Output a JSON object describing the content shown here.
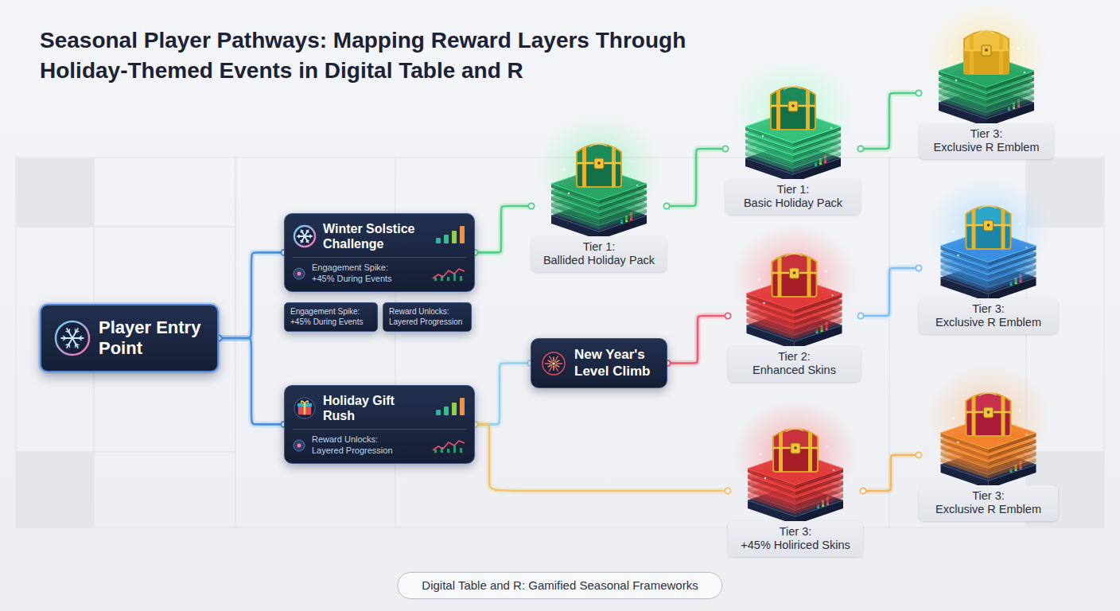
{
  "diagram": {
    "title": "Seasonal Player Pathways: Mapping Reward Layers Through Holiday-Themed Events in Digital Table and R",
    "caption": "Digital Table and R: Gamified Seasonal Frameworks",
    "nodes": [
      {
        "text": [
          "Player Entry Point"
        ]
      },
      {
        "text": [
          "Winter Solstice Challenge",
          "Engagement Spike: +45% During Events"
        ]
      },
      {
        "text": [
          "Engagement Spike: +45% During Events"
        ]
      },
      {
        "text": [
          "Reward Unlocks: Layered Progression"
        ]
      },
      {
        "text": [
          "Holiday Gift Rush",
          "Reward Unlocks: Layered Progression"
        ]
      },
      {
        "text": [
          "New Year's Level Climb"
        ]
      },
      {
        "text": [
          "Tier 1:",
          "Ballided Holiday Pack"
        ]
      },
      {
        "text": [
          "Tier 1:",
          "Basic Holiday Pack"
        ]
      },
      {
        "text": [
          "Tier 3:",
          "Exclusive R Emblem"
        ]
      },
      {
        "text": [
          "Tier 2:",
          "Enhanced Skins"
        ]
      },
      {
        "text": [
          "Tier 3:",
          "Exclusive R Emblem"
        ]
      },
      {
        "text": [
          "Tier 3:",
          "+45% Holiriced Skins"
        ]
      },
      {
        "text": [
          "Tier 3:",
          "Exclusive R Emblem"
        ]
      }
    ],
    "edges": [
      {
        "from": 0,
        "to": 1,
        "arrow": "none"
      },
      {
        "from": 0,
        "to": 4,
        "arrow": "none"
      },
      {
        "from": 1,
        "to": 6,
        "arrow": "none"
      },
      {
        "from": 6,
        "to": 7,
        "arrow": "none"
      },
      {
        "from": 7,
        "to": 8,
        "arrow": "none"
      },
      {
        "from": 4,
        "to": 5,
        "arrow": "none"
      },
      {
        "from": 5,
        "to": 9,
        "arrow": "none"
      },
      {
        "from": 9,
        "to": 10,
        "arrow": "none"
      },
      {
        "from": 4,
        "to": 11,
        "arrow": "none"
      },
      {
        "from": 11,
        "to": 12,
        "arrow": "none"
      }
    ]
  }
}
